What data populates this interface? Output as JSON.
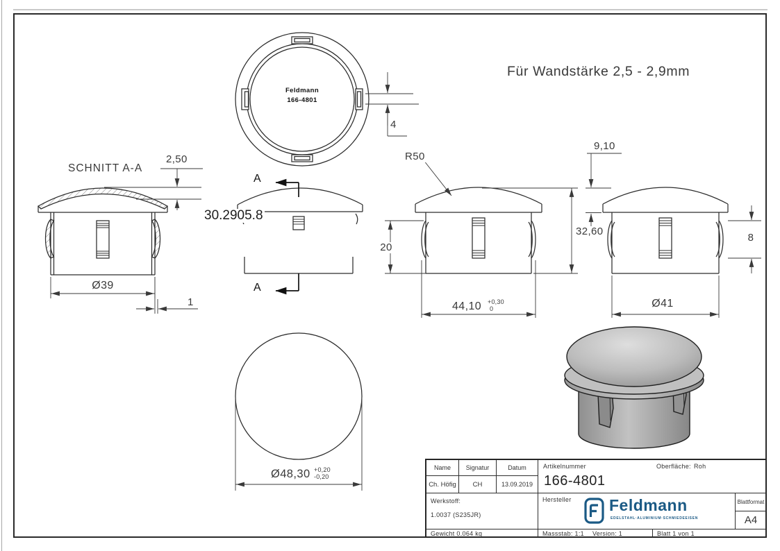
{
  "page": {
    "note_wall_thickness": "Für Wandstärke 2,5 - 2,9mm"
  },
  "top_view": {
    "brand": "Feldmann",
    "part_number": "166-4801",
    "dim_tab_width": "4"
  },
  "section_view": {
    "title": "SCHNITT A-A",
    "dim_dome_thickness": "2,50",
    "dim_inner_diameter": "Ø39",
    "dim_wall_thickness": "1"
  },
  "cut_view": {
    "section_marker_top": "A",
    "section_marker_bottom": "A",
    "overlay_part_number": "30.2905.8"
  },
  "front_view": {
    "dim_radius": "R50",
    "dim_insert_depth": "20",
    "dim_total_height": "32,60",
    "dim_over_tabs": "44,10",
    "tol_over_tabs_upper": "+0,30",
    "tol_over_tabs_lower": "0"
  },
  "side_view": {
    "dim_cap_height": "9,10",
    "dim_tab_height": "8",
    "dim_body_diameter": "Ø41"
  },
  "bottom_view": {
    "dim_outer_diameter": "Ø48,30",
    "tol_upper": "+0,20",
    "tol_lower": "-0,20"
  },
  "title_block": {
    "headers": {
      "name": "Name",
      "signatur": "Signatur",
      "datum": "Datum",
      "artikelnummer": "Artikelnummer",
      "oberflaeche_label": "Oberfläche:",
      "oberflaeche_value": "Roh"
    },
    "values": {
      "name": "Ch. Höfig",
      "signatur": "CH",
      "datum": "13.09.2019",
      "artikelnummer": "166-4801"
    },
    "werkstoff_label": "Werkstoff:",
    "werkstoff_value": "1.0037 (S235JR)",
    "hersteller_label": "Hersteller",
    "gewicht": "Gewicht 0.064 kg",
    "massstab": "Massstab: 1:1",
    "version": "Version: 1",
    "blatt": "Blatt 1 von 1",
    "blattformat_label": "Blattformat",
    "blattformat_value": "A4",
    "logo": {
      "brand": "Feldmann",
      "tagline": "EDELSTAHL·ALUMINIUM·SCHMIEDEEISEN",
      "color": "#1b5a85"
    }
  }
}
